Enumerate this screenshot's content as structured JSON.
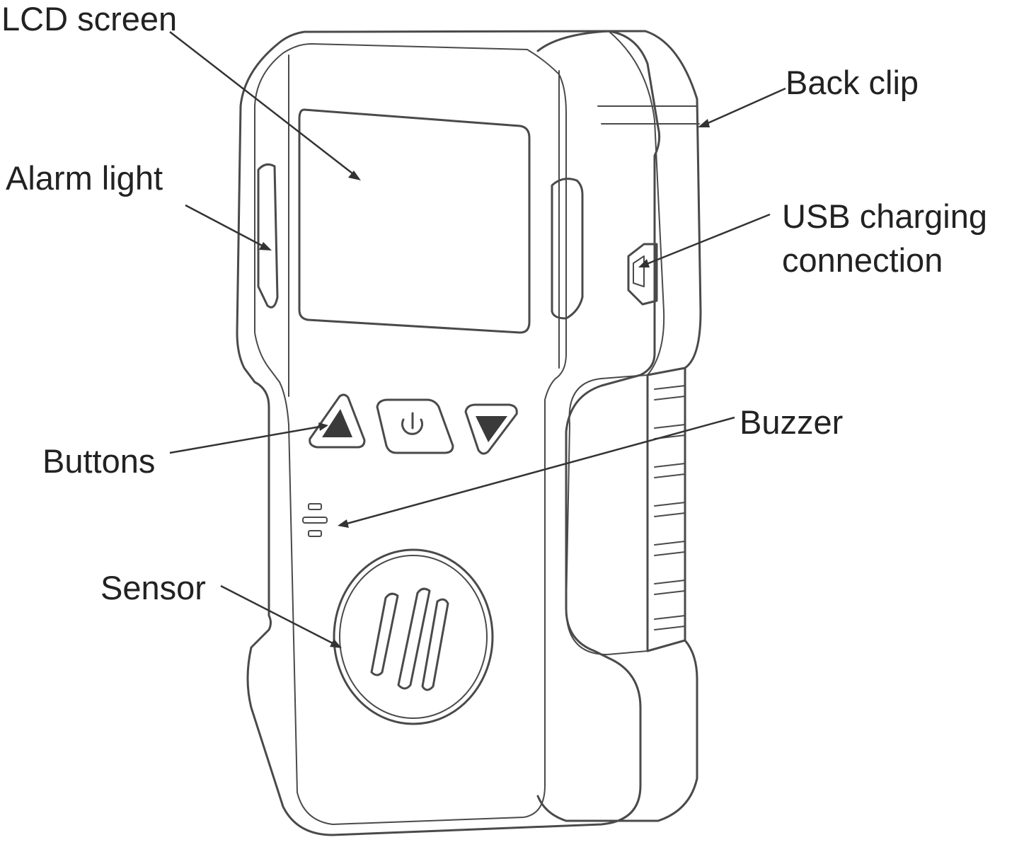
{
  "diagram": {
    "labels": {
      "lcd_screen": "LCD screen",
      "alarm_light": "Alarm light",
      "back_clip": "Back clip",
      "usb_line1": "USB charging",
      "usb_line2": "connection",
      "buzzer": "Buzzer",
      "buttons": "Buttons",
      "sensor": "Sensor"
    },
    "icons": {
      "up_button": "triangle-up-icon",
      "power_button": "power-icon",
      "down_button": "triangle-down-icon"
    }
  }
}
